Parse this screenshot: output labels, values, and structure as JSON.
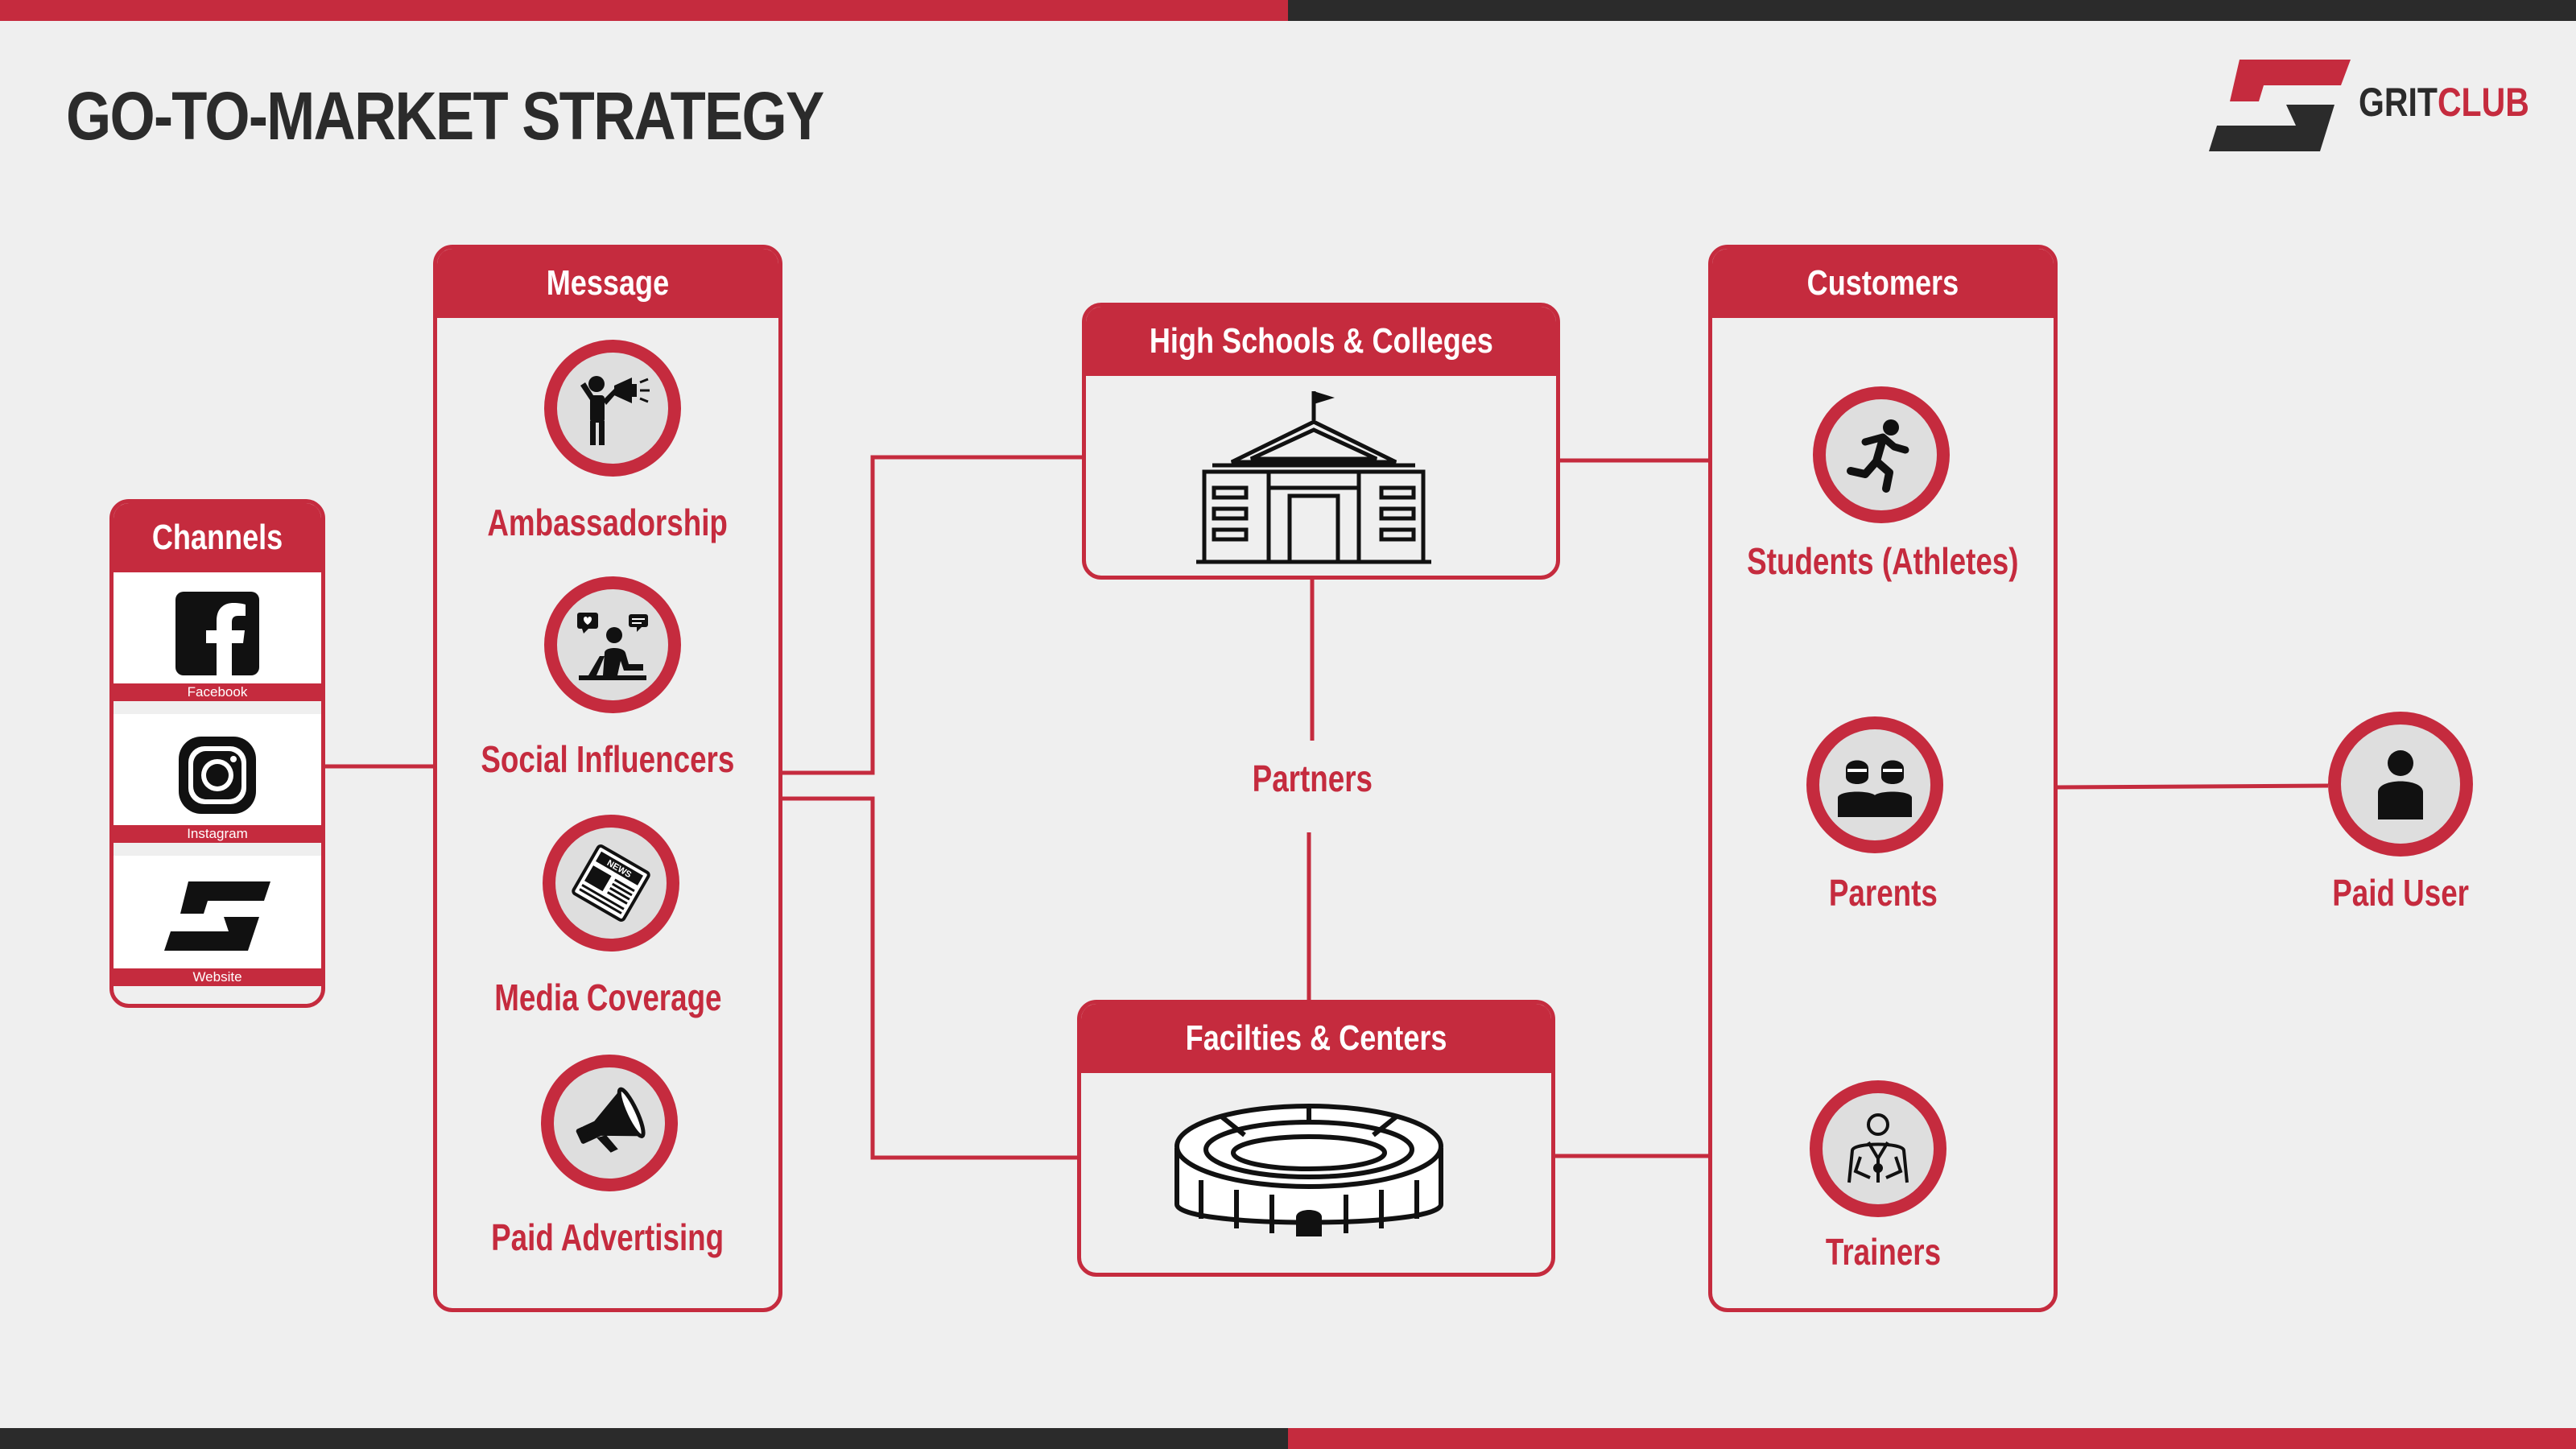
{
  "page": {
    "title": "GO-TO-MARKET STRATEGY"
  },
  "brand": {
    "name_part1": "GRIT",
    "name_part2": "CLUB",
    "red": "#c52b3e",
    "dark": "#2b2b2b",
    "background": "#efefef"
  },
  "channels": {
    "header": "Channels",
    "items": [
      {
        "label": "Facebook",
        "icon": "facebook-icon"
      },
      {
        "label": "Instagram",
        "icon": "instagram-icon"
      },
      {
        "label": "Website",
        "icon": "gritclub-logo-icon"
      }
    ]
  },
  "message": {
    "header": "Message",
    "items": [
      {
        "label": "Ambassadorship",
        "icon": "ambassador-megaphone-person-icon"
      },
      {
        "label": "Social Influencers",
        "icon": "influencer-icon"
      },
      {
        "label": "Media Coverage",
        "icon": "newspaper-icon"
      },
      {
        "label": "Paid Advertising",
        "icon": "megaphone-icon"
      }
    ]
  },
  "partners": {
    "label": "Partners",
    "schools": {
      "header": "High Schools & Colleges",
      "icon": "school-building-icon"
    },
    "facilities": {
      "header": "Facilties & Centers",
      "icon": "stadium-icon"
    }
  },
  "customers": {
    "header": "Customers",
    "items": [
      {
        "label": "Students (Athletes)",
        "icon": "running-athlete-icon"
      },
      {
        "label": "Parents",
        "icon": "parents-icon"
      },
      {
        "label": "Trainers",
        "icon": "trainer-icon"
      }
    ]
  },
  "paid_user": {
    "label": "Paid User",
    "icon": "user-icon"
  }
}
